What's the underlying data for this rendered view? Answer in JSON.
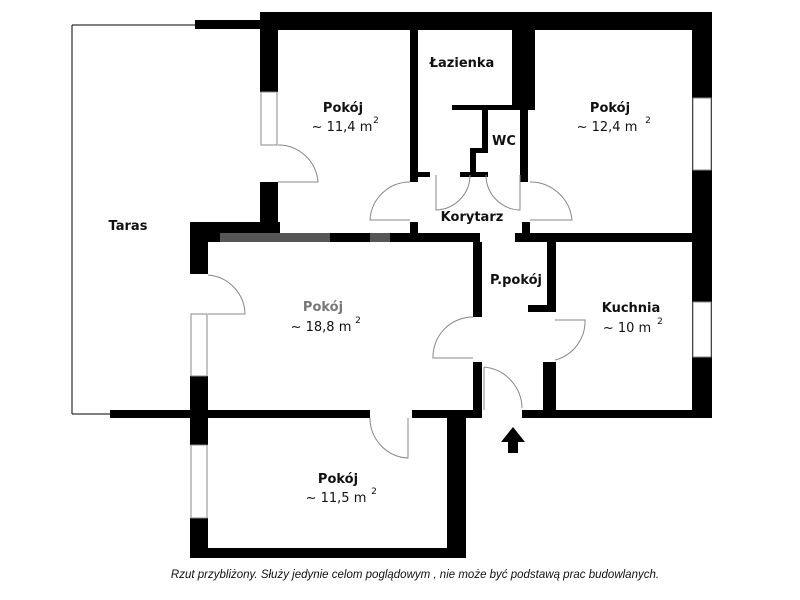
{
  "rooms": {
    "taras": {
      "name": "Taras"
    },
    "pokoj1": {
      "name": "Pokój",
      "area": "~ 11,4 m",
      "unit_exp": "2"
    },
    "lazienka": {
      "name": "Łazienka"
    },
    "wc": {
      "name": "WC"
    },
    "pokoj2": {
      "name": "Pokój",
      "area": "~ 12,4 m",
      "unit_exp": "2"
    },
    "korytarz": {
      "name": "Korytarz"
    },
    "ppokoj": {
      "name": "P.pokój"
    },
    "pokoj3": {
      "name": "Pokój",
      "area": "~ 18,8 m",
      "unit_exp": "2"
    },
    "kuchnia": {
      "name": "Kuchnia",
      "area": "~ 10 m",
      "unit_exp": "2"
    },
    "pokoj4": {
      "name": "Pokój",
      "area": "~ 11,5 m",
      "unit_exp": "2"
    }
  },
  "disclaimer": "Rzut przybliżony. Służy jedynie celom poglądowym , nie może być podstawą prac budowlanych.",
  "icons": {
    "entrance": "arrow-up-icon"
  }
}
